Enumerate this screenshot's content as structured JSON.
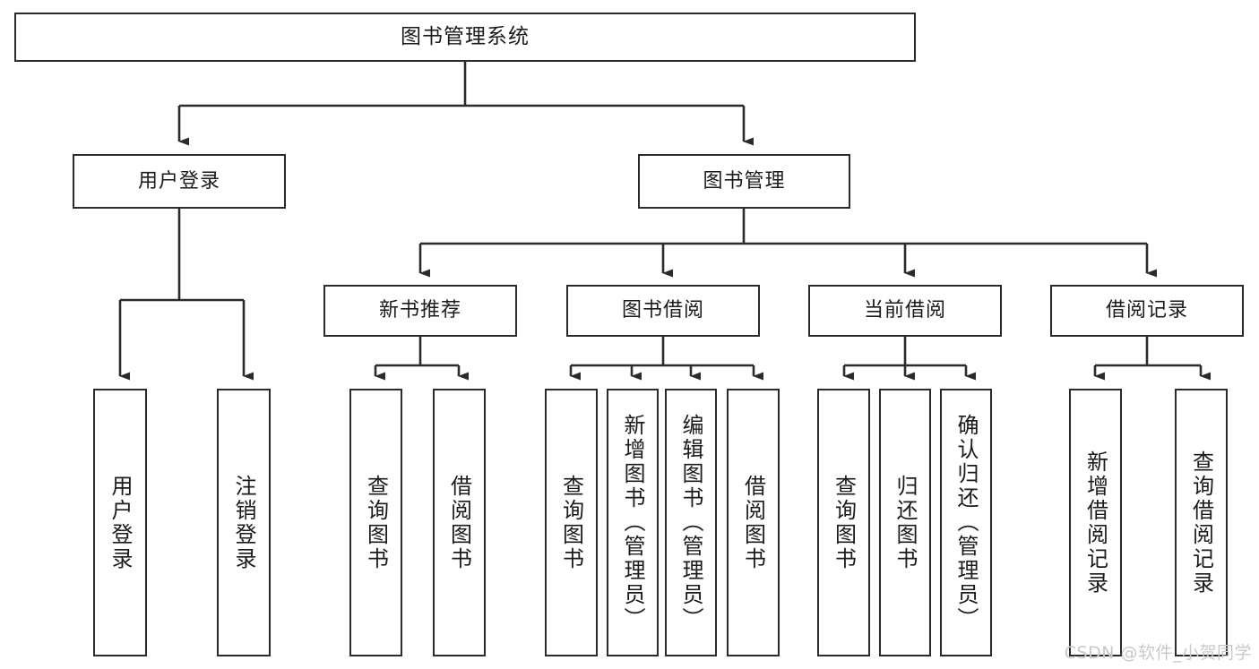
{
  "diagram": {
    "type": "tree",
    "title": "图书管理系统",
    "root": {
      "label": "图书管理系统"
    },
    "level2": [
      {
        "label": "用户登录"
      },
      {
        "label": "图书管理"
      }
    ],
    "level3": [
      {
        "label": "新书推荐"
      },
      {
        "label": "图书借阅"
      },
      {
        "label": "当前借阅"
      },
      {
        "label": "借阅记录"
      }
    ],
    "leaves": {
      "user_login": [
        {
          "label": "用户登录"
        },
        {
          "label": "注销登录"
        }
      ],
      "new_book_recommend": [
        {
          "label": "查询图书"
        },
        {
          "label": "借阅图书"
        }
      ],
      "book_borrow": [
        {
          "label": "查询图书"
        },
        {
          "label": "新增图书（管理员）"
        },
        {
          "label": "编辑图书（管理员）"
        },
        {
          "label": "借阅图书"
        }
      ],
      "current_borrow": [
        {
          "label": "查询图书"
        },
        {
          "label": "归还图书"
        },
        {
          "label": "确认归还（管理员）"
        }
      ],
      "borrow_records": [
        {
          "label": "新增借阅记录"
        },
        {
          "label": "查询借阅记录"
        }
      ]
    },
    "watermark": "CSDN @软件_小贺同学",
    "colors": {
      "stroke": "#2b2b2b",
      "fill": "#ffffff",
      "text": "#1b1b1b",
      "watermark": "#c9c9c9"
    }
  }
}
